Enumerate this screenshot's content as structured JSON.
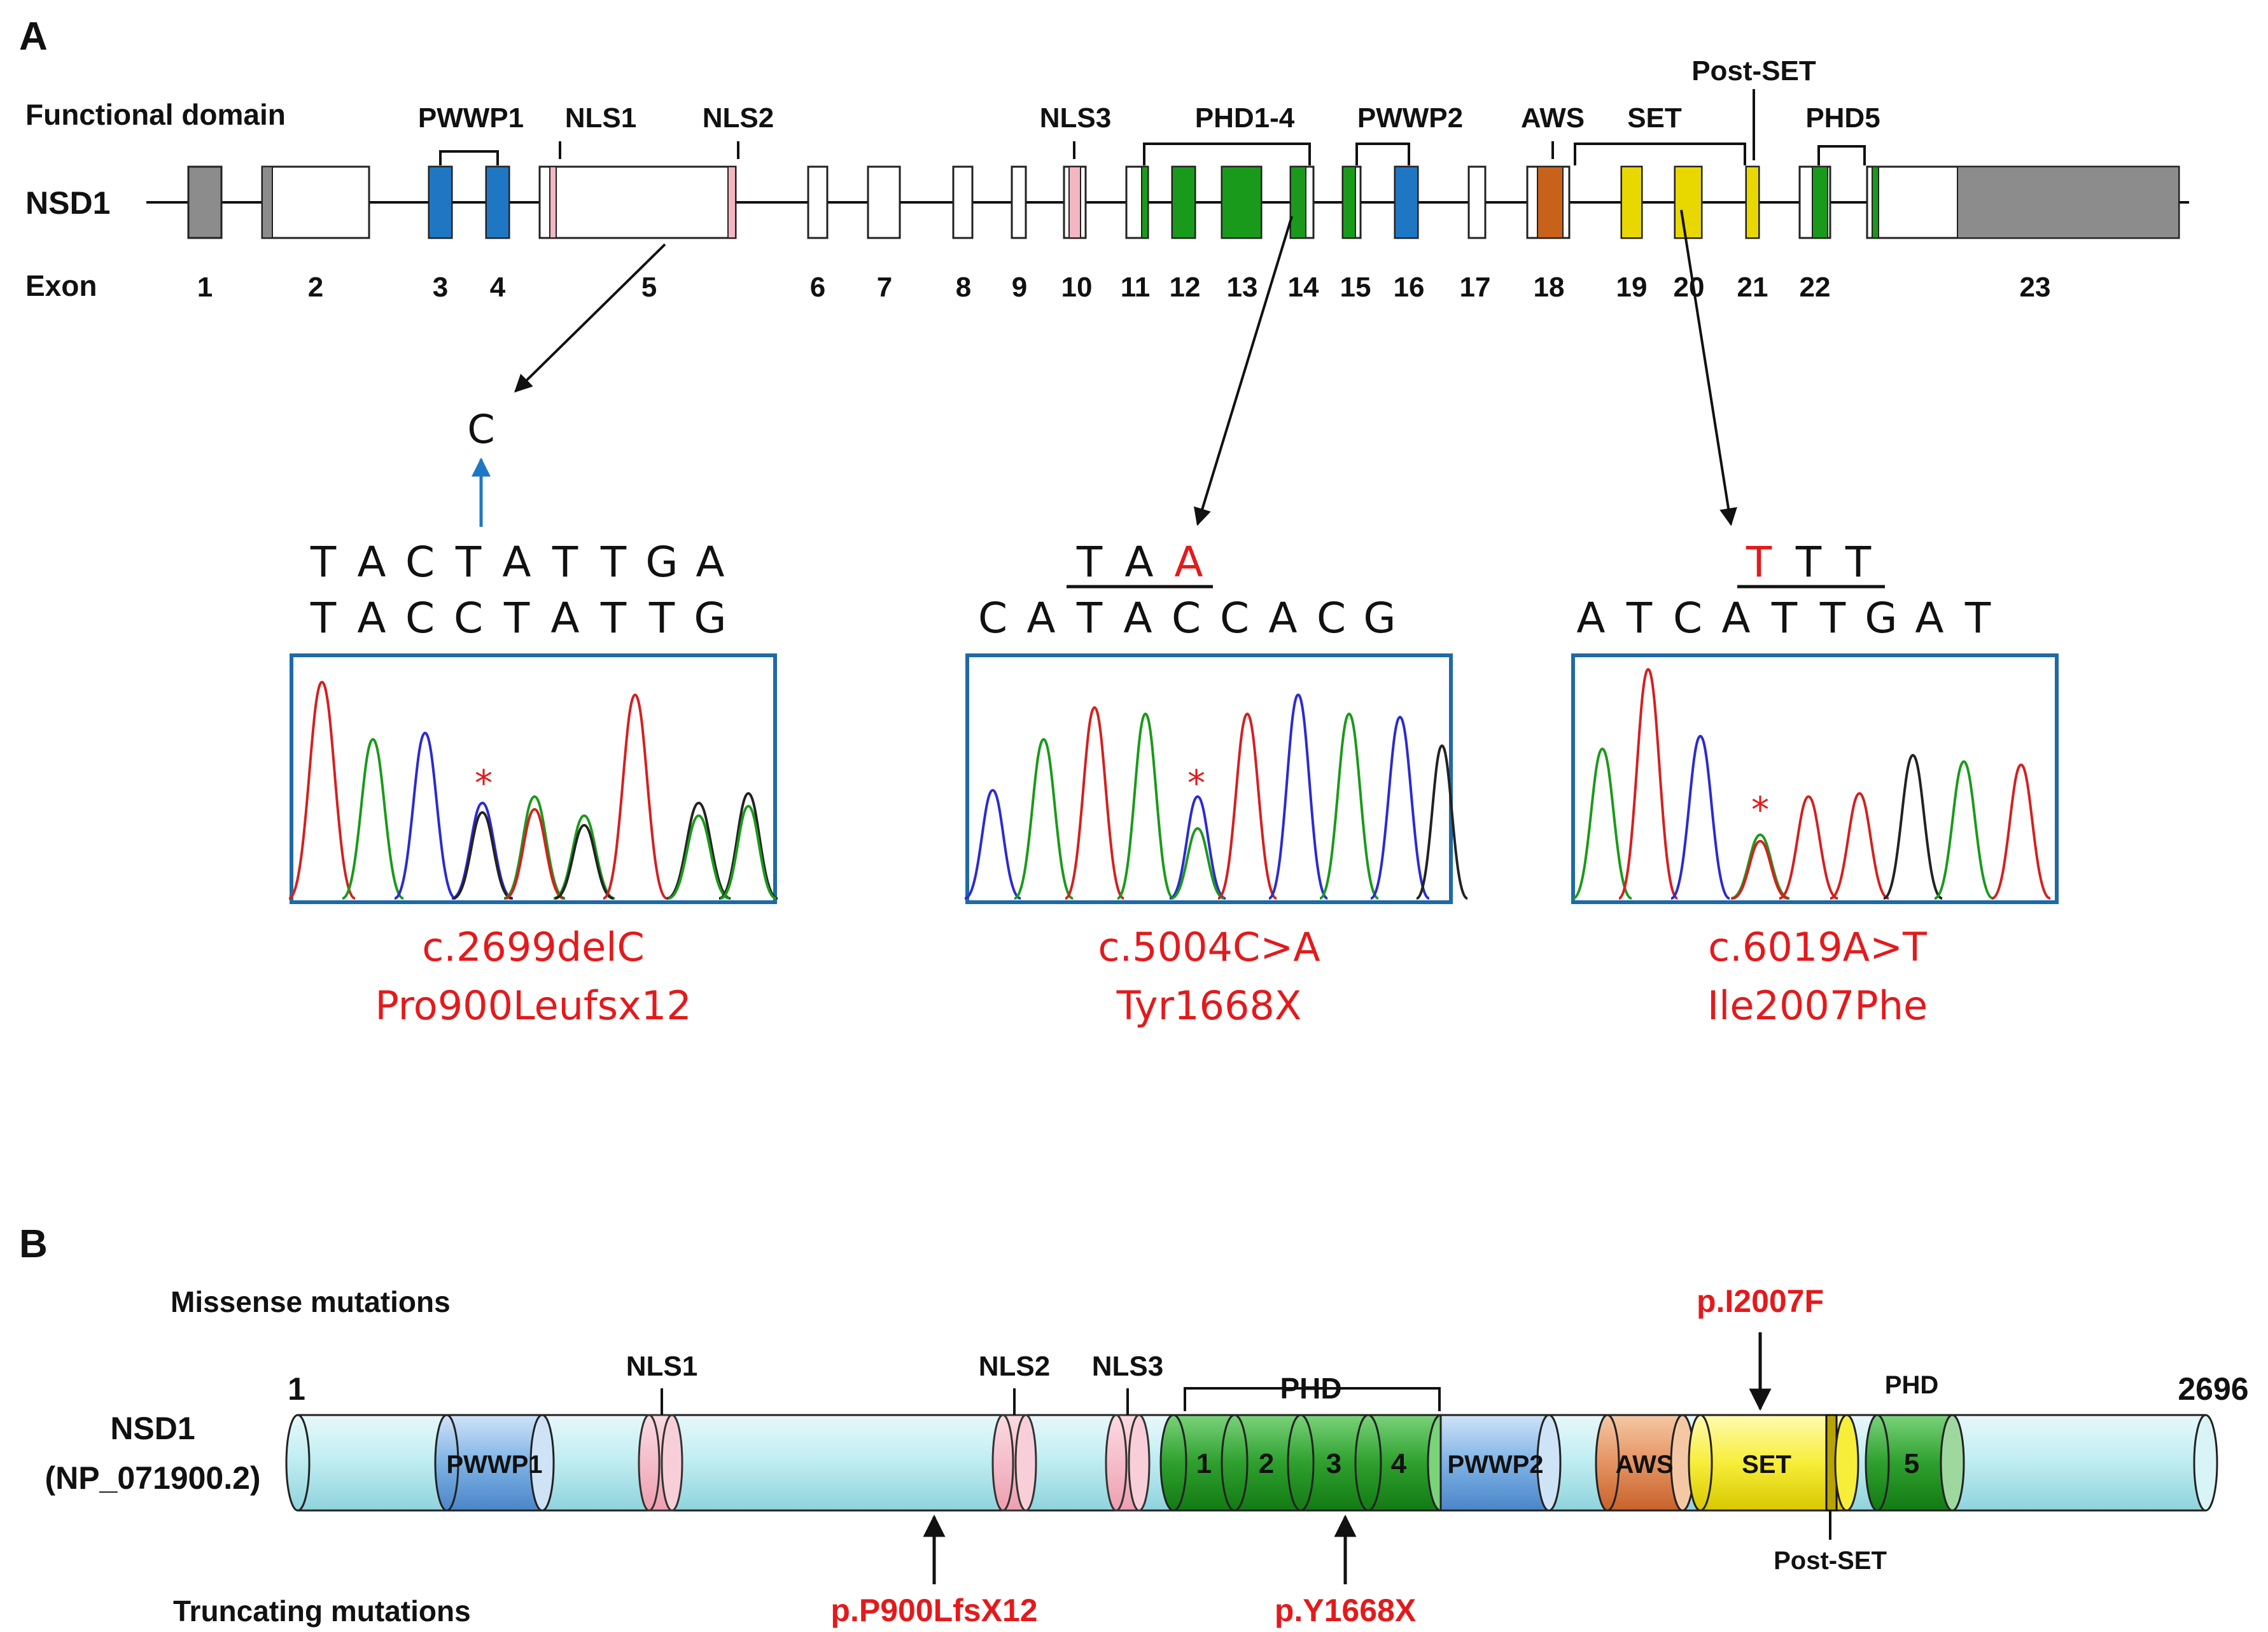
{
  "colors": {
    "pwwp": "#1f77c4",
    "nls": "#f4b6c2",
    "phd": "#1a9a1a",
    "aws": "#c8621a",
    "set": "#e8d800",
    "utr": "#8c8c8c",
    "mutation": "#e31a1c",
    "frame": "#1f6aa5",
    "trace_A": "#1a9a1a",
    "trace_C": "#2b2bd0",
    "trace_G": "#222222",
    "trace_T": "#d42020"
  },
  "panel_a": {
    "letter": "A",
    "functional_domain_label": "Functional domain",
    "gene_label": "NSD1",
    "exon_label": "Exon",
    "exon_numbers": [
      "1",
      "2",
      "3",
      "4",
      "5",
      "6",
      "7",
      "8",
      "9",
      "10",
      "11",
      "12",
      "13",
      "14",
      "15",
      "16",
      "17",
      "18",
      "19",
      "20",
      "21",
      "22",
      "23"
    ],
    "domain_labels": {
      "pwwp1": "PWWP1",
      "nls1": "NLS1",
      "nls2": "NLS2",
      "nls3": "NLS3",
      "phd1_4": "PHD1-4",
      "pwwp2": "PWWP2",
      "aws": "AWS",
      "set": "SET",
      "post_set": "Post-SET",
      "phd5": "PHD5"
    },
    "mutations": [
      {
        "id": "m1",
        "inserted_base": "C",
        "seq_top": [
          "T",
          "A",
          "C",
          "T",
          "A",
          "T",
          "T",
          "G",
          "A"
        ],
        "seq_bottom": [
          "T",
          "A",
          "C",
          "C",
          "T",
          "A",
          "T",
          "T",
          "G"
        ],
        "marker": "*",
        "hgvs": "c.2699delC",
        "protein": "Pro900Leufsx12"
      },
      {
        "id": "m2",
        "codon": [
          "T",
          "A",
          "A"
        ],
        "seq_bottom": [
          "C",
          "A",
          "T",
          "A",
          "C",
          "C",
          "A",
          "C",
          "G"
        ],
        "marker": "*",
        "hgvs": "c.5004C>A",
        "protein": "Tyr1668X"
      },
      {
        "id": "m3",
        "codon": [
          "T",
          "T",
          "T"
        ],
        "seq_bottom": [
          "A",
          "T",
          "C",
          "A",
          "T",
          "T",
          "G",
          "A",
          "T"
        ],
        "marker": "*",
        "hgvs": "c.6019A>T",
        "protein": "Ile2007Phe"
      }
    ]
  },
  "panel_b": {
    "letter": "B",
    "missense_label": "Missense mutations",
    "truncating_label": "Truncating mutations",
    "protein_name": "NSD1",
    "protein_accession": "(NP_071900.2)",
    "start_residue": "1",
    "end_residue": "2696",
    "labels": {
      "nls1": "NLS1",
      "nls2": "NLS2",
      "nls3": "NLS3",
      "phd_group": "PHD",
      "phd5_top": "PHD",
      "post_set": "Post-SET",
      "pwwp1": "PWWP1",
      "pwwp2": "PWWP2",
      "aws": "AWS",
      "set": "SET",
      "phd1": "1",
      "phd2": "2",
      "phd3": "3",
      "phd4": "4",
      "phd5": "5"
    },
    "missense_mutation": "p.I2007F",
    "truncating_mutations": [
      "p.P900LfsX12",
      "p.Y1668X"
    ]
  }
}
